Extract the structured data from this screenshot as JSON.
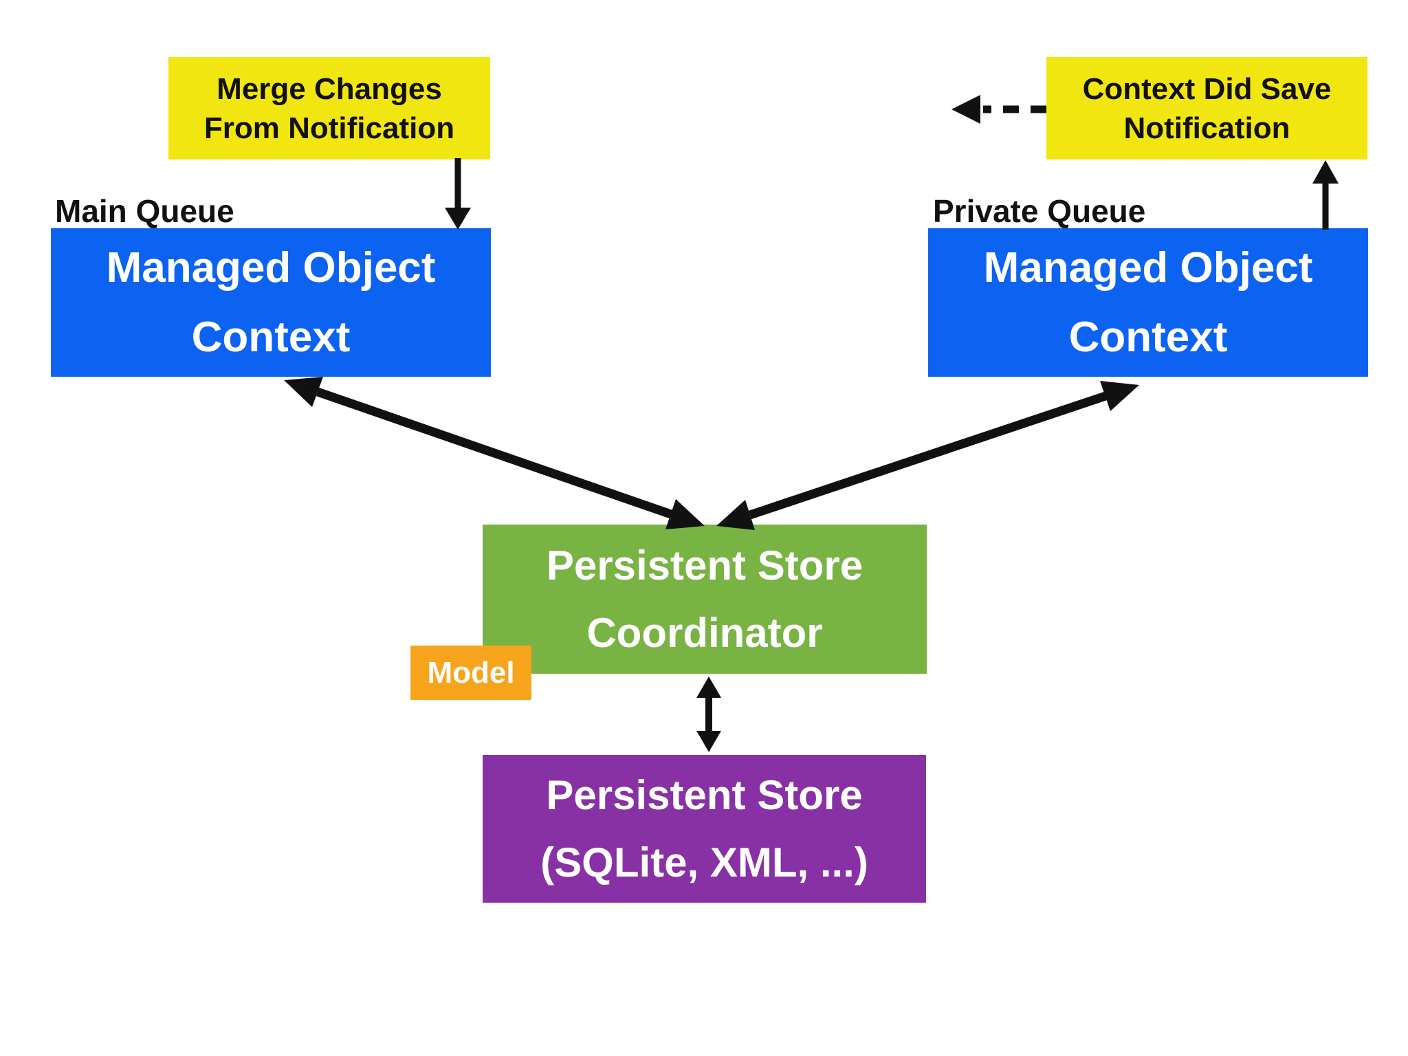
{
  "colors": {
    "background": "#ffffff",
    "yellow_box": "#f2e611",
    "blue_box": "#0d63f1",
    "green_box": "#79b344",
    "orange_box": "#f7a41d",
    "purple_box": "#8731a5",
    "box_text": "#ffffff",
    "label_text": "#111111",
    "arrow": "#111111"
  },
  "nodes": {
    "merge_changes": {
      "line1": "Merge Changes",
      "line2": "From Notification"
    },
    "context_did_save": {
      "line1": "Context Did Save",
      "line2": "Notification"
    },
    "main_queue_label": "Main Queue",
    "private_queue_label": "Private Queue",
    "moc_main": {
      "line1": "Managed Object",
      "line2": "Context"
    },
    "moc_private": {
      "line1": "Managed Object",
      "line2": "Context"
    },
    "persistent_store_coordinator": {
      "line1": "Persistent Store",
      "line2": "Coordinator"
    },
    "model": "Model",
    "persistent_store": {
      "line1": "Persistent Store",
      "line2": "(SQLite, XML, ...)"
    }
  },
  "arrows": {
    "merge_notification_to_main_moc": "solid, arrowhead down into Main Queue Managed Object Context",
    "private_moc_to_didsave_notification": "solid, arrowhead up into Context Did Save Notification",
    "didsave_notification_dashed": "dashed, arrowhead pointing left out of Context Did Save Notification",
    "main_moc_psc": "double-headed between Main Queue Managed Object Context and Persistent Store Coordinator",
    "private_moc_psc": "double-headed between Private Queue Managed Object Context and Persistent Store Coordinator",
    "psc_store": "double-headed vertical between Persistent Store Coordinator and Persistent Store"
  }
}
